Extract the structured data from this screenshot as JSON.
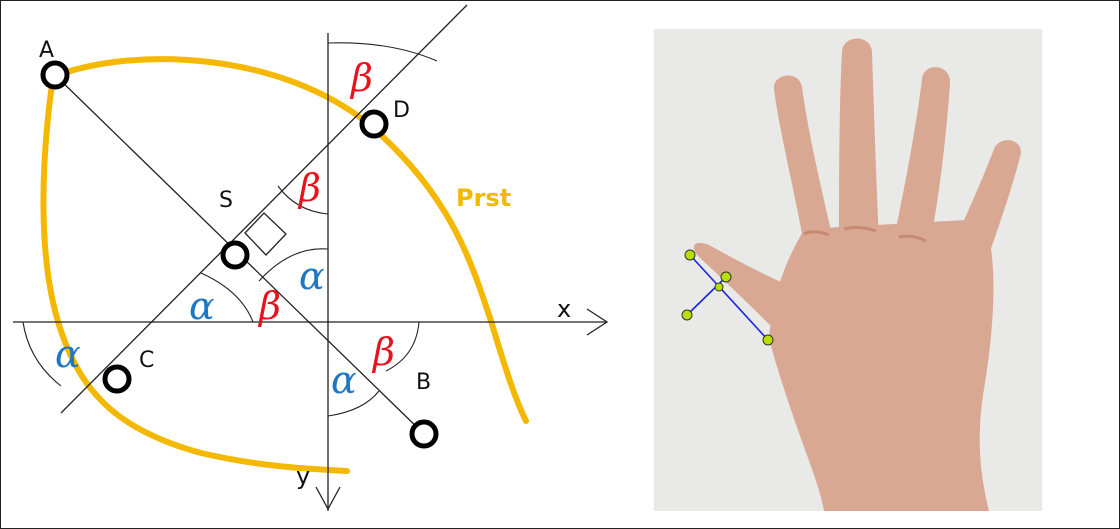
{
  "colors": {
    "curve": "#f5b800",
    "alpha": "#1f77c4",
    "beta": "#e8121c",
    "prst_label": "#f5b800",
    "skin": "#d9a893",
    "skin_shadow": "#c48a73",
    "annotation_line": "#1a24e0",
    "annotation_handle": "#b7e000"
  },
  "diagram": {
    "points": {
      "A": "A",
      "B": "B",
      "C": "C",
      "D": "D",
      "S": "S"
    },
    "curve_label": "Prst",
    "axes": {
      "x": "x",
      "y": "y"
    },
    "angles": {
      "alpha": "α",
      "beta": "β"
    }
  },
  "photo": {
    "subject": "hand-with-finger-measurement",
    "handle_count": 5
  }
}
